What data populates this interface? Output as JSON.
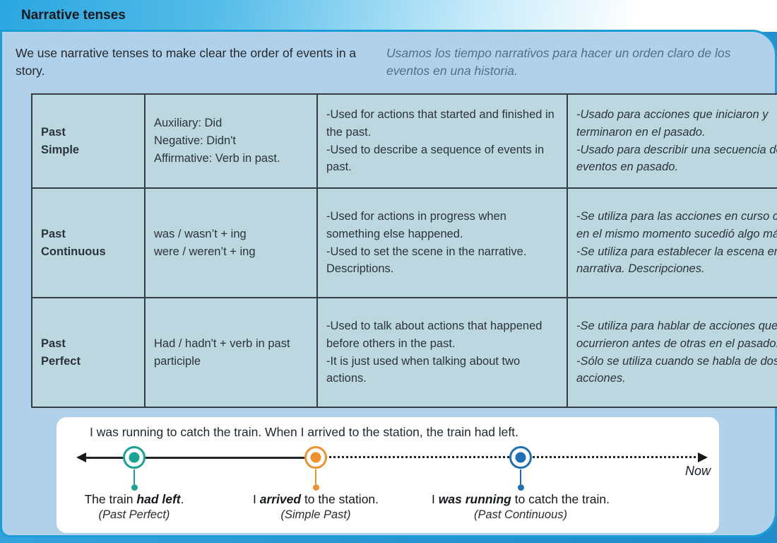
{
  "header": {
    "title": "Narrative tenses"
  },
  "intro": {
    "english": "We use narrative tenses to make clear the order of events in a story.",
    "spanish": "Usamos los tiempo narrativos para hacer un orden claro de los eventos en una historia."
  },
  "table": {
    "rows": [
      {
        "tense": "Past\nSimple",
        "form": "Auxiliary: Did\nNegative: Didn't\nAffirmative: Verb in past.",
        "usage_en": "-Used for actions that started and finished in the past.\n-Used to describe a sequence of events in past.",
        "usage_es": "-Usado para acciones que iniciaron y terminaron en el pasado.\n-Usado para describir una secuencia de eventos en pasado."
      },
      {
        "tense": "Past\nContinuous",
        "form": "was / wasn’t + ing\nwere / weren’t + ing",
        "usage_en": "-Used for actions in progress when something else happened.\n-Used to set the scene in the narrative. Descriptions.",
        "usage_es": "-Se utiliza para las acciones en curso cuando en el mismo momento sucedió algo más.\n-Se utiliza para establecer la escena en la narrativa. Descripciones."
      },
      {
        "tense": "Past\nPerfect",
        "form": "Had / hadn't + verb in past participle",
        "usage_en": "-Used to talk about actions that happened before others in the past.\n-It is just used when talking about two actions.",
        "usage_es": "-Se utiliza para hablar de acciones que ocurrieron antes de otras en el pasado.\n-Sólo se utiliza cuando se habla de dos acciones."
      }
    ]
  },
  "timeline": {
    "sentence": "I was running to catch the train. When I arrived to the station, the train had left.",
    "now_label": "Now",
    "events": [
      {
        "pre": "The train ",
        "verb": "had left",
        "post": ".",
        "tense": "(Past Perfect)",
        "color": "#18a495"
      },
      {
        "pre": "I ",
        "verb": "arrived",
        "post": " to the station.",
        "tense": "(Simple Past)",
        "color": "#f09130"
      },
      {
        "pre": "I ",
        "verb": "was running",
        "post": " to catch the train.",
        "tense": "(Past Continuous)",
        "color": "#1f6fb5"
      }
    ]
  },
  "colors": {
    "panel_border": "#1b9dd9",
    "panel_background": "#b1d1ea",
    "header_gradient_start": "#2aa7e0",
    "table_header_column": "#a8c5d3",
    "table_cell": "#bcd7e0",
    "past_perfect_marker": "#18a495",
    "simple_past_marker": "#f09130",
    "past_continuous_marker": "#1f6fb5"
  }
}
